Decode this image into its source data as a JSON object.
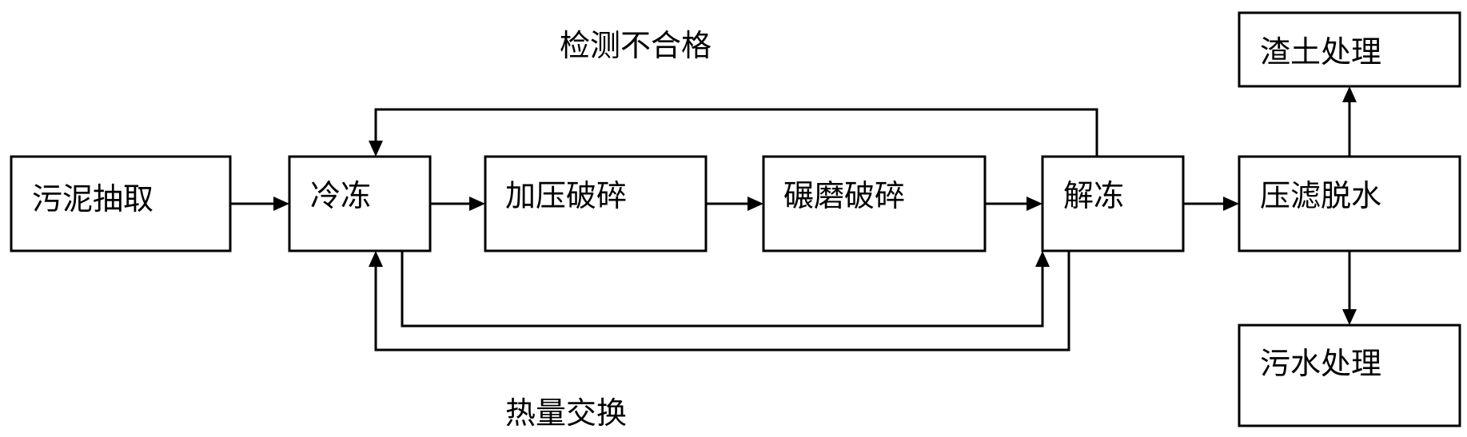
{
  "nodes": {
    "extract": "污泥抽取",
    "freeze": "冷冻",
    "press_crush": "加压破碎",
    "grind_crush": "碾磨破碎",
    "thaw": "解冻",
    "filter": "压滤脱水",
    "residue": "渣土处理",
    "sewage": "污水处理"
  },
  "labels": {
    "feedback": "检测不合格",
    "heat_exchange": "热量交换"
  }
}
